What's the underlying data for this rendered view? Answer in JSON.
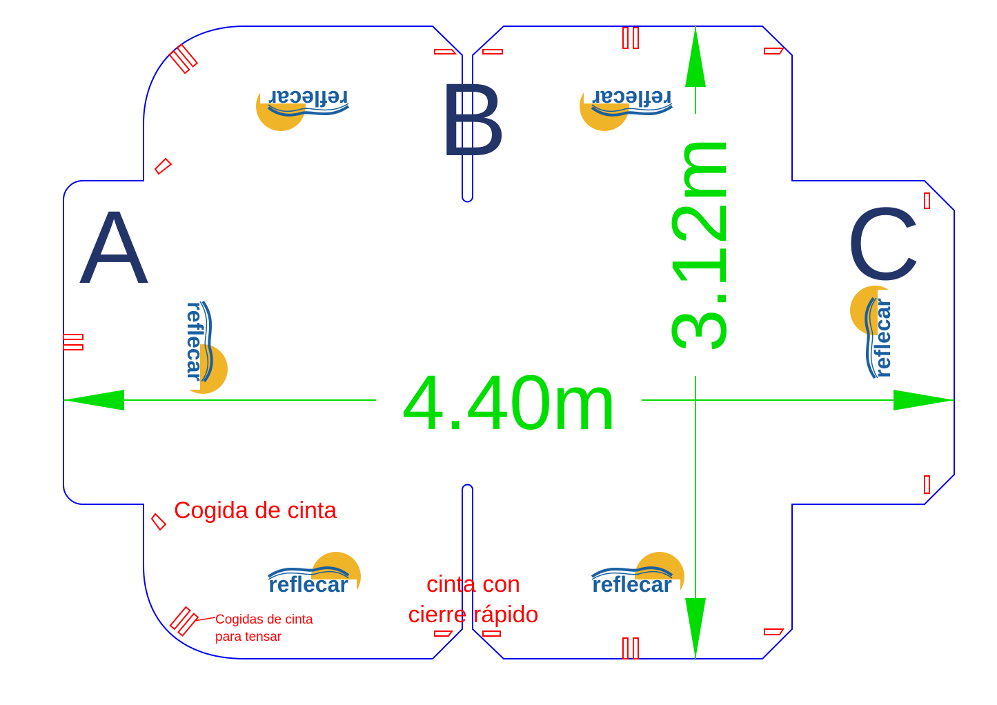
{
  "panels": {
    "a": "A",
    "b": "B",
    "c": "C"
  },
  "dimensions": {
    "width": "4.40m",
    "height": "3.12m"
  },
  "annotations": {
    "cogida": "Cogida de cinta",
    "cinta_line1": "cinta con",
    "cinta_line2": "cierre rápido",
    "tensar_line1": "Cogidas de cinta",
    "tensar_line2": "para tensar"
  },
  "logo_text": "reflecar",
  "colors": {
    "outline": "#0000ee",
    "dimension": "#00dd00",
    "panel_letter": "#233469",
    "annotation": "#ff0000",
    "logo_blue": "#1a5fa0",
    "logo_sun": "#f0b429"
  }
}
